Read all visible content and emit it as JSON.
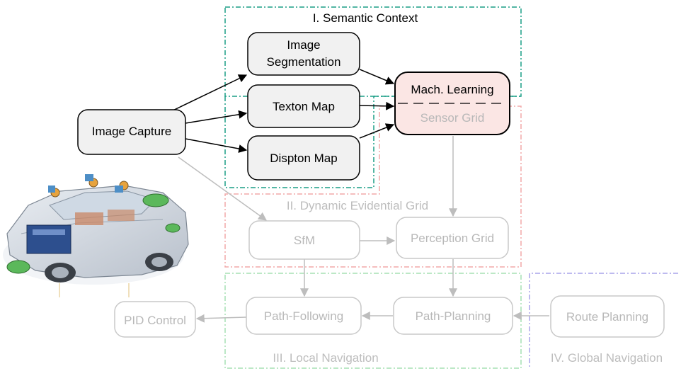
{
  "regions": {
    "semantic_context": "I. Semantic Context",
    "dynamic_evidential_grid": "II. Dynamic Evidential Grid",
    "local_navigation": "III. Local Navigation",
    "global_navigation": "IV. Global Navigation"
  },
  "nodes": {
    "image_capture": "Image Capture",
    "image_segmentation_line1": "Image",
    "image_segmentation_line2": "Segmentation",
    "texton_map": "Texton Map",
    "dispton_map": "Dispton Map",
    "machine_learning": "Mach. Learning",
    "sensor_grid": "Sensor Grid",
    "sfm": "SfM",
    "perception_grid": "Perception Grid",
    "path_following": "Path-Following",
    "path_planning": "Path-Planning",
    "route_planning": "Route Planning",
    "pid_control": "PID Control"
  },
  "colors": {
    "semantic_region": "#1a9e86",
    "grid_region": "#f2a9a9",
    "local_region": "#a6e0b4",
    "global_region": "#a9a4ea",
    "active_box": "#f1f1f1",
    "active_stroke": "#000000",
    "ml_fill": "#fbe6e4",
    "inactive_stroke": "#c8c8c8",
    "inactive_text": "#b8b8b8"
  },
  "illustration": {
    "icon": "car-sensors-illustration"
  }
}
